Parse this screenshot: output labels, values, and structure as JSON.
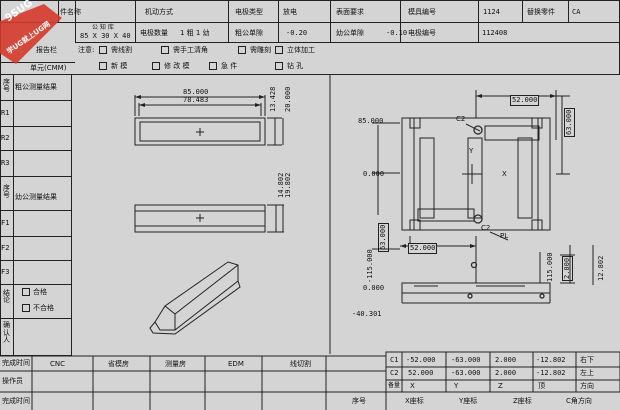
{
  "header": {
    "r1": {
      "c0": "件名称",
      "c2": "机动方式",
      "c4": "电极类型",
      "c5": "放电",
      "c6": "表面要求",
      "c8": "模具编号",
      "c9": "1124",
      "c10": "替换零件",
      "c11": "CA"
    },
    "r2": {
      "c1top": "公 知 库",
      "c1": "85 X 30 X 40",
      "c2": "电极数量",
      "c3": "1 粗 1 幼",
      "c4": "粗公单隙",
      "c5": "-0.20",
      "c6": "幼公单隙",
      "c7": "-0.10",
      "c8": "电极编号",
      "c9": "112408"
    },
    "r3": {
      "report": "报告栏",
      "note": "注意:",
      "opts": [
        "需线割",
        "需手工清角",
        "需雕刻",
        "立体加工",
        "新 模",
        "修 改 模",
        "急 件",
        "钻 孔"
      ],
      "unit": "单元(CMM)"
    }
  },
  "left": {
    "c_label": "序号",
    "c_title": "粗公测量结果",
    "rough": [
      "R1",
      "R2",
      "R3"
    ],
    "f_label": "序号",
    "f_title": "幼公测量结果",
    "fine": [
      "F1",
      "F2",
      "F3"
    ],
    "concl": "结论",
    "pass": "合格",
    "fail": "不合格",
    "confirm": "确认人"
  },
  "views": {
    "top_dims": [
      "85.000",
      "78.483"
    ],
    "top_vdims": [
      "13.428",
      "20.000"
    ],
    "front_vdims": [
      "14.802",
      "19.802"
    ]
  },
  "plan": {
    "labels": [
      "85.000",
      "0.000",
      "-115.000",
      "0.000",
      "-40.301"
    ],
    "dims": [
      "52.000",
      "63.000",
      "63.000",
      "52.000",
      "115.000",
      "2.000",
      "12.802",
      "C2",
      "C2",
      "PL",
      "X",
      "Y"
    ]
  },
  "bottom": {
    "done_time": "完成时间",
    "process": "操作员",
    "done_time2": "完成时间",
    "cols": [
      "CNC",
      "省模房",
      "测量房",
      "EDM",
      "线切割"
    ]
  },
  "coords": {
    "rows": [
      [
        "C1",
        "-52.000",
        "-63.000",
        "2.000",
        "-12.802",
        "右下"
      ],
      [
        "C2",
        "52.000",
        "-63.000",
        "2.000",
        "-12.802",
        "左上"
      ]
    ],
    "axis_row": [
      "备量",
      "X",
      "Y",
      "Z",
      "顶",
      "方向"
    ],
    "header": [
      "序号",
      "X座标",
      "Y座标",
      "Z座标",
      "C角方向"
    ]
  },
  "watermark": {
    "line1": "9SUG",
    "line2": "学UG就上UG网"
  },
  "colors": {
    "bg": "#d4d4d4",
    "line": "#222222",
    "accent": "#d43a2a"
  }
}
